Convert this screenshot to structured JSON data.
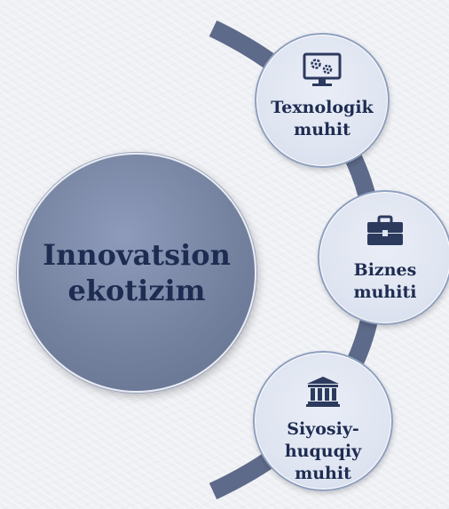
{
  "diagram": {
    "center": {
      "label": "Innovatsion ekotizim"
    },
    "nodes": [
      {
        "label": "Texnologik muhit",
        "icon": "computer-settings-icon"
      },
      {
        "label": "Biznes muhiti",
        "icon": "briefcase-icon"
      },
      {
        "label": "Siyosiy-huquqiy muhit",
        "icon": "government-building-icon"
      }
    ]
  },
  "colors": {
    "center_fill": "#74829f",
    "center_text": "#1e2c52",
    "node_fill": "#dfe5f1",
    "node_border": "#8fa0c0",
    "arc": "#5d6a89",
    "icon": "#2c3a5e"
  }
}
